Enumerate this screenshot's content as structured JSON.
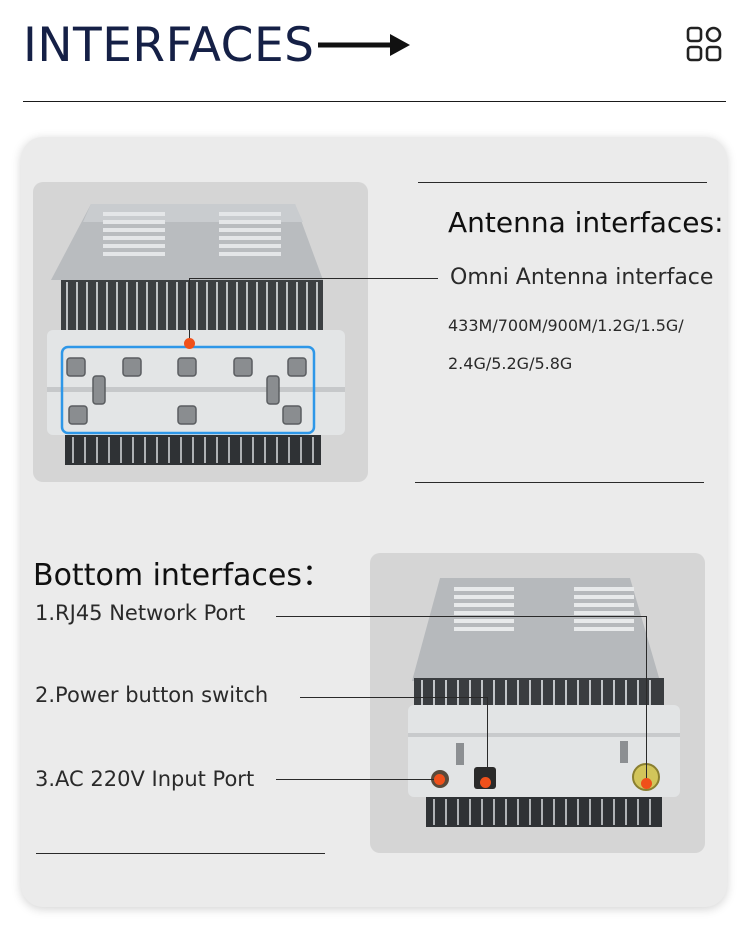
{
  "header": {
    "title": "INTERFACES"
  },
  "antenna": {
    "heading": "Antenna interfaces:",
    "subheading": "Omni Antenna interface",
    "freq_line1": "433M/700M/900M/1.2G/1.5G/",
    "freq_line2": "2.4G/5.2G/5.8G"
  },
  "bottom": {
    "heading": "Bottom interfaces：",
    "items": [
      "1.RJ45 Network Port",
      "2.Power button switch",
      "3.AC 220V Input Port"
    ]
  },
  "colors": {
    "title": "#152046",
    "marker": "#f0501a",
    "highlight": "#2e97e8"
  },
  "icons": [
    "arrow-right-icon",
    "grid-menu-icon"
  ]
}
